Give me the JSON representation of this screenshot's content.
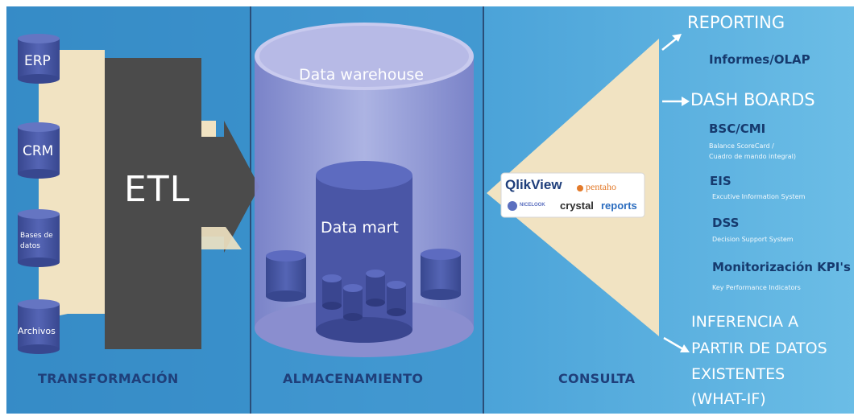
{
  "sections": {
    "transformacion": "TRANSFORMACIÓN",
    "almacenamiento": "ALMACENAMIENTO",
    "consulta": "CONSULTA"
  },
  "sources": {
    "erp": "ERP",
    "crm": "CRM",
    "bases_line1": "Bases de",
    "bases_line2": "datos",
    "archivos": "Archivos"
  },
  "etl": "ETL",
  "warehouse": {
    "title": "Data warehouse",
    "mart": "Data mart"
  },
  "tools": {
    "qlikview": "QlikView",
    "pentaho": "pentaho",
    "nicelook": "NICELOOK",
    "crystal_bold": "crystal",
    "crystal_rest": "reports"
  },
  "outputs": {
    "reporting": "REPORTING",
    "informes": "Informes/OLAP",
    "dashboards": "DASH BOARDS",
    "bsc": "BSC/CMI",
    "bsc_note1": "Balance ScoreCard /",
    "bsc_note2": "Cuadro de mando integral)",
    "eis": "EIS",
    "eis_note": "Excutive Information System",
    "dss": "DSS",
    "dss_note": "Decision Support System",
    "kpi": "Monitorización KPI's",
    "kpi_note": "Key Performance Indicators",
    "inferencia1": "INFERENCIA A",
    "inferencia2": "PARTIR DE DATOS",
    "inferencia3": "EXISTENTES",
    "inferencia4": "(WHAT-IF)"
  },
  "colors": {
    "background": "#3f95cf",
    "panel_dark": "#2f7cb3",
    "funnel": "#f1e3c2",
    "etl_box": "#4b4b4b",
    "cylinder": "#4a5aa8",
    "warehouse": "#9fa3d8",
    "section_text": "#1f3f7a",
    "output_sub": "#163a6e"
  }
}
